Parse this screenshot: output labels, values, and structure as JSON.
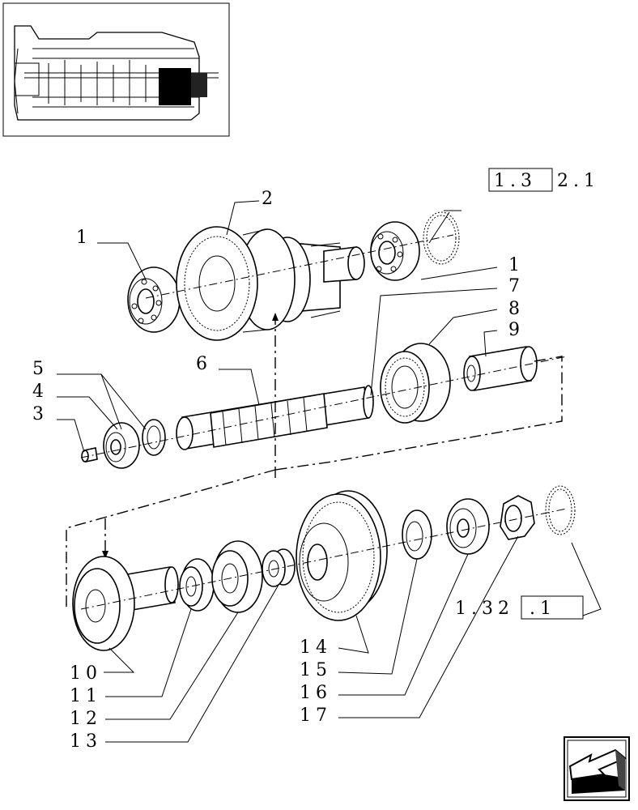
{
  "callouts": [
    {
      "id": "c1a",
      "text": "1"
    },
    {
      "id": "c1b",
      "text": "1"
    },
    {
      "id": "c2",
      "text": "2"
    },
    {
      "id": "c3",
      "text": "3"
    },
    {
      "id": "c4",
      "text": "4"
    },
    {
      "id": "c5",
      "text": "5"
    },
    {
      "id": "c6",
      "text": "6"
    },
    {
      "id": "c7",
      "text": "7"
    },
    {
      "id": "c8",
      "text": "8"
    },
    {
      "id": "c9",
      "text": "9"
    },
    {
      "id": "c10",
      "text": "10"
    },
    {
      "id": "c11",
      "text": "11"
    },
    {
      "id": "c12",
      "text": "12"
    },
    {
      "id": "c13",
      "text": "13"
    },
    {
      "id": "c14",
      "text": "14"
    },
    {
      "id": "c15",
      "text": "15"
    },
    {
      "id": "c16",
      "text": "16"
    },
    {
      "id": "c17",
      "text": "17"
    }
  ],
  "references": {
    "top": {
      "boxed": "1.3",
      "rest": "2.1"
    },
    "bottom": {
      "plain": "1.32",
      "boxed": ".1"
    }
  },
  "nav_icon": "next-page-arrow-icon"
}
